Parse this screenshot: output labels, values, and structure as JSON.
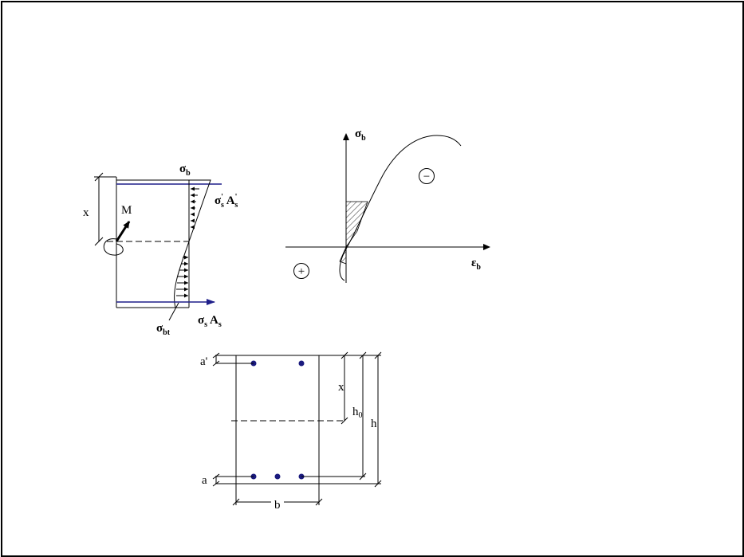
{
  "stress_diagram": {
    "top_stress": {
      "main": "σ",
      "sub": "b"
    },
    "compressed_steel": {
      "main": "σ",
      "sub1": "s",
      "prime1": "'",
      "mid": " A",
      "sub2": "s",
      "prime2": "'"
    },
    "tension_steel": {
      "main": "σ",
      "sub1": "s",
      "mid": " A",
      "sub2": "s"
    },
    "tension_concrete": {
      "main": "σ",
      "sub": "bt"
    },
    "moment": "M",
    "depth": "x"
  },
  "curve_diagram": {
    "y_axis": {
      "main": "σ",
      "sub": "b"
    },
    "x_axis": {
      "main": "ε",
      "sub": "b"
    },
    "compression_sign": "−",
    "tension_sign": "+"
  },
  "section": {
    "top_cover": "a'",
    "bottom_cover": "a",
    "depth": "x",
    "effective_depth": {
      "main": "h",
      "sub": "0"
    },
    "height": "h",
    "width": "b"
  },
  "colors": {
    "line": "#000000",
    "rebar": "#1a1a7e",
    "steel_force": "#1f1f8a"
  }
}
